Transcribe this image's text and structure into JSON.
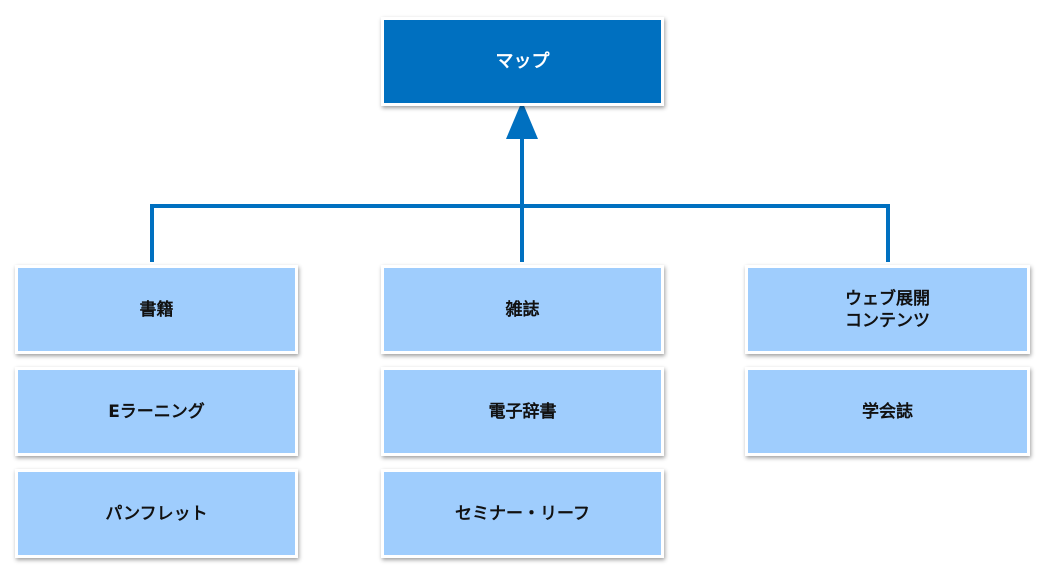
{
  "diagram": {
    "root": {
      "label": "マップ"
    },
    "columns": [
      {
        "items": [
          {
            "label": "書籍"
          },
          {
            "label": "Eラーニング"
          },
          {
            "label": "パンフレット"
          }
        ]
      },
      {
        "items": [
          {
            "label": "雑誌"
          },
          {
            "label": "電子辞書"
          },
          {
            "label": "セミナー・リーフ"
          }
        ]
      },
      {
        "items": [
          {
            "label": "ウェブ展開\nコンテンツ"
          },
          {
            "label": "学会誌"
          }
        ]
      }
    ],
    "colors": {
      "root_fill": "#0070c0",
      "child_fill": "#9fcdfd",
      "connector": "#0070c0"
    }
  }
}
